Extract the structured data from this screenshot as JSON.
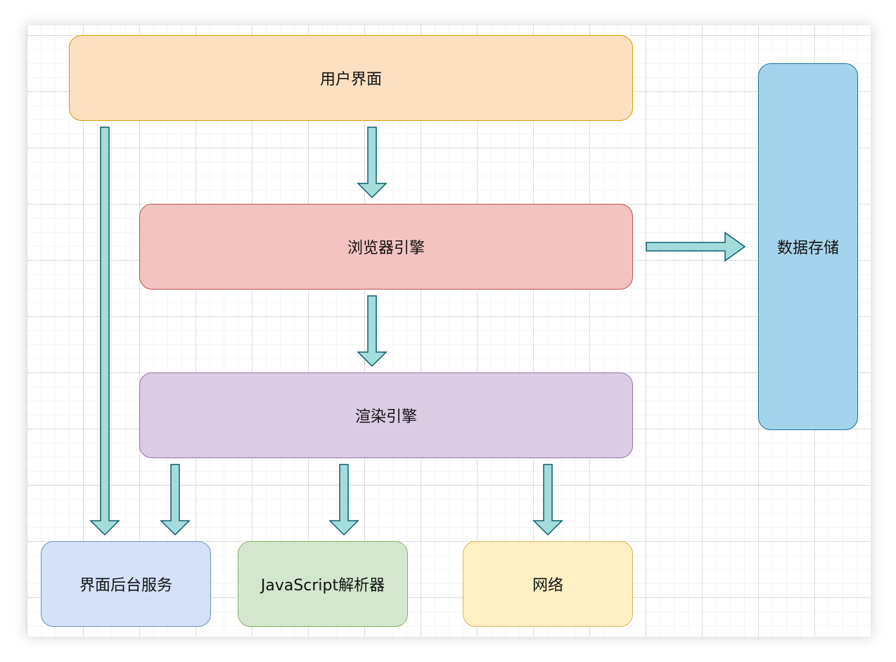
{
  "diagram": {
    "nodes": [
      {
        "id": "user-interface",
        "label": "用户界面",
        "fill": "#fce0c1",
        "stroke": "#d79b00"
      },
      {
        "id": "browser-engine",
        "label": "浏览器引擎",
        "fill": "#f4c2c1",
        "stroke": "#b85450"
      },
      {
        "id": "rendering-engine",
        "label": "渲染引擎",
        "fill": "#dbcbe3",
        "stroke": "#9673a6"
      },
      {
        "id": "data-storage",
        "label": "数据存储",
        "fill": "#a4d4eb",
        "stroke": "#10739e"
      },
      {
        "id": "ui-backend",
        "label": "界面后台服务",
        "fill": "#d4e1f9",
        "stroke": "#6c8ebf"
      },
      {
        "id": "js-interpreter",
        "label": "JavaScript解析器",
        "fill": "#d3e7cf",
        "stroke": "#82b366"
      },
      {
        "id": "networking",
        "label": "网络",
        "fill": "#fff0c3",
        "stroke": "#d6b656"
      }
    ],
    "edges": [
      {
        "from": "user-interface",
        "to": "browser-engine"
      },
      {
        "from": "user-interface",
        "to": "ui-backend"
      },
      {
        "from": "browser-engine",
        "to": "rendering-engine"
      },
      {
        "from": "browser-engine",
        "to": "data-storage"
      },
      {
        "from": "rendering-engine",
        "to": "ui-backend"
      },
      {
        "from": "rendering-engine",
        "to": "js-interpreter"
      },
      {
        "from": "rendering-engine",
        "to": "networking"
      }
    ],
    "arrow_fill": "#a4dcdc",
    "arrow_stroke": "#0b5f6b"
  }
}
